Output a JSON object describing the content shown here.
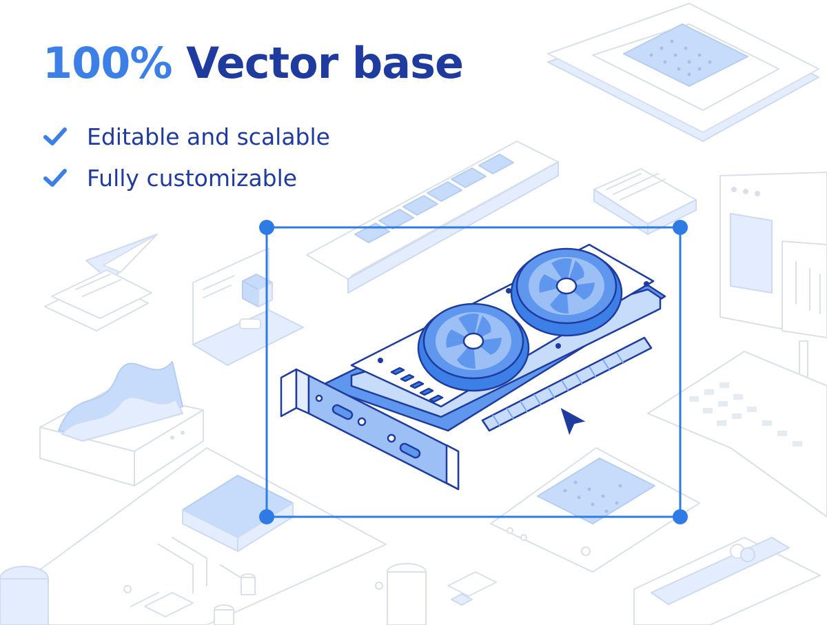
{
  "headline": {
    "accent": "100%",
    "rest": "Vector base"
  },
  "features": [
    {
      "text": "Editable and scalable"
    },
    {
      "text": "Fully customizable"
    }
  ],
  "colors": {
    "accent": "#3c7fe6",
    "headline": "#1f3b9e",
    "selection": "#2f7be6",
    "line_art": "#d9e0ea",
    "light_blue": "#e3edfd"
  },
  "icons": {
    "check": "check-icon",
    "cursor": "pointer-cursor-icon",
    "fan": "fan-icon",
    "paper_plane": "paper-plane-icon"
  }
}
